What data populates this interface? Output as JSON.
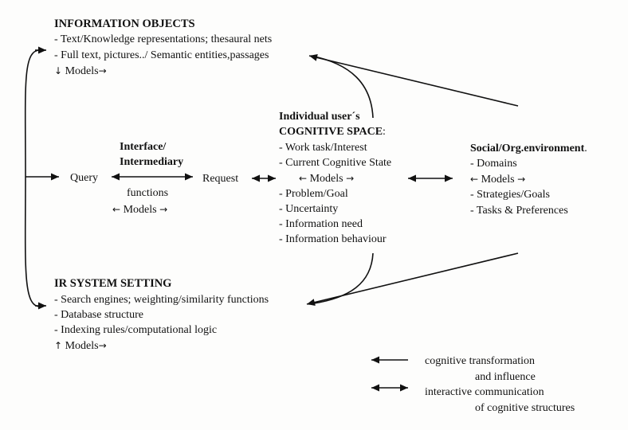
{
  "info_objects": {
    "title": "INFORMATION OBJECTS",
    "line1": "- Text/Knowledge representations; thesaural nets",
    "line2": "- Full text, pictures../ Semantic entities,passages",
    "models": "Models"
  },
  "query": "Query",
  "interface": {
    "title_line1": "Interface/",
    "title_line2": "Intermediary",
    "functions": "functions",
    "models": "Models"
  },
  "request": "Request",
  "cognitive_space": {
    "title_line1": "Individual user´s",
    "title_line2": "COGNITIVE SPACE",
    "colon": ":",
    "items": [
      "- Work task/Interest",
      "- Current Cognitive State"
    ],
    "models": "Models",
    "items2": [
      "- Problem/Goal",
      "- Uncertainty",
      "- Information need",
      "- Information behaviour"
    ]
  },
  "social_env": {
    "title": "Social/Org.environment",
    "dot": ".",
    "domains": "- Domains",
    "models": "Models",
    "items": [
      "- Strategies/Goals",
      "- Tasks & Preferences"
    ]
  },
  "ir_system": {
    "title": "IR SYSTEM SETTING",
    "line1": "- Search engines; weighting/similarity functions",
    "line2": "- Database structure",
    "line3": "- Indexing rules/computational logic",
    "models": "Models"
  },
  "legend": {
    "transform_line1": "cognitive transformation",
    "transform_line2": "and influence",
    "interactive_line1": "interactive communication",
    "interactive_line2": "of cognitive structures"
  }
}
